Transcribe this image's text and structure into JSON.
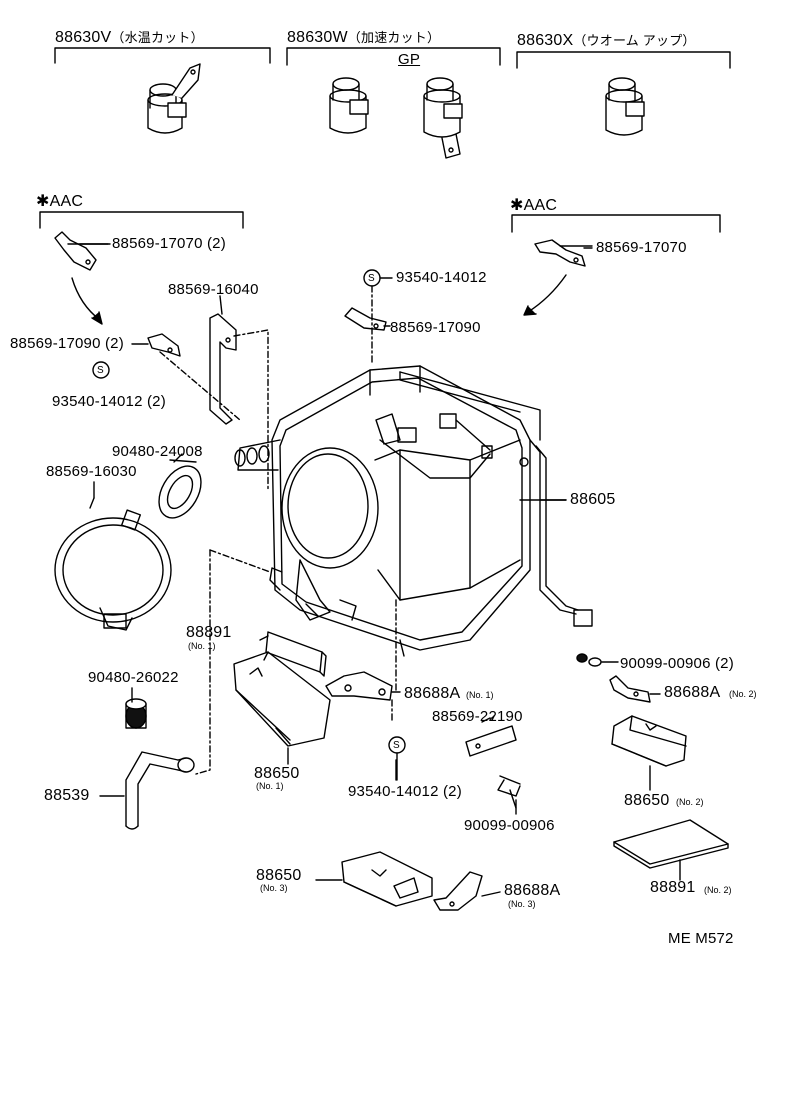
{
  "sections": {
    "v": {
      "part": "88630V",
      "note": "（水温カット）"
    },
    "w": {
      "part": "88630W",
      "note": "（加速カット）",
      "gp": "GP"
    },
    "x": {
      "part": "88630X",
      "note": "（ウオーム  アップ）"
    },
    "aac_left": "✱AAC",
    "aac_right": "✱AAC"
  },
  "labels": {
    "l_88569_17070_2": "88569-17070 (2)",
    "l_88569_16040": "88569-16040",
    "l_88569_17090_2": "88569-17090 (2)",
    "l_93540_14012_2a": "93540-14012 (2)",
    "l_90480_24008": "90480-24008",
    "l_88569_16030": "88569-16030",
    "l_90480_26022": "90480-26022",
    "l_88539": "88539",
    "l_88569_17070": "88569-17070",
    "l_93540_14012": "93540-14012",
    "l_88569_17090": "88569-17090",
    "l_88605": "88605",
    "l_90099_00906_2": "90099-00906 (2)",
    "l_88688A_no2": "88688A",
    "l_88688A_no2_sub": "(No. 2)",
    "l_88891_no1": "88891",
    "l_88891_no1_sub": "(No. 1)",
    "l_88688A_no1": "88688A",
    "l_88688A_no1_sub": "(No. 1)",
    "l_88569_22190": "88569-22190",
    "l_88650_no1": "88650",
    "l_88650_no1_sub": "(No. 1)",
    "l_93540_14012_2b": "93540-14012 (2)",
    "l_90099_00906": "90099-00906",
    "l_88650_no2": "88650",
    "l_88650_no2_sub": "(No. 2)",
    "l_88650_no3": "88650",
    "l_88650_no3_sub": "(No. 3)",
    "l_88688A_no3": "88688A",
    "l_88688A_no3_sub": "(No. 3)",
    "l_88891_no2": "88891",
    "l_88891_no2_sub": "(No. 2)",
    "code": "ME M572",
    "s_mark": "S"
  }
}
